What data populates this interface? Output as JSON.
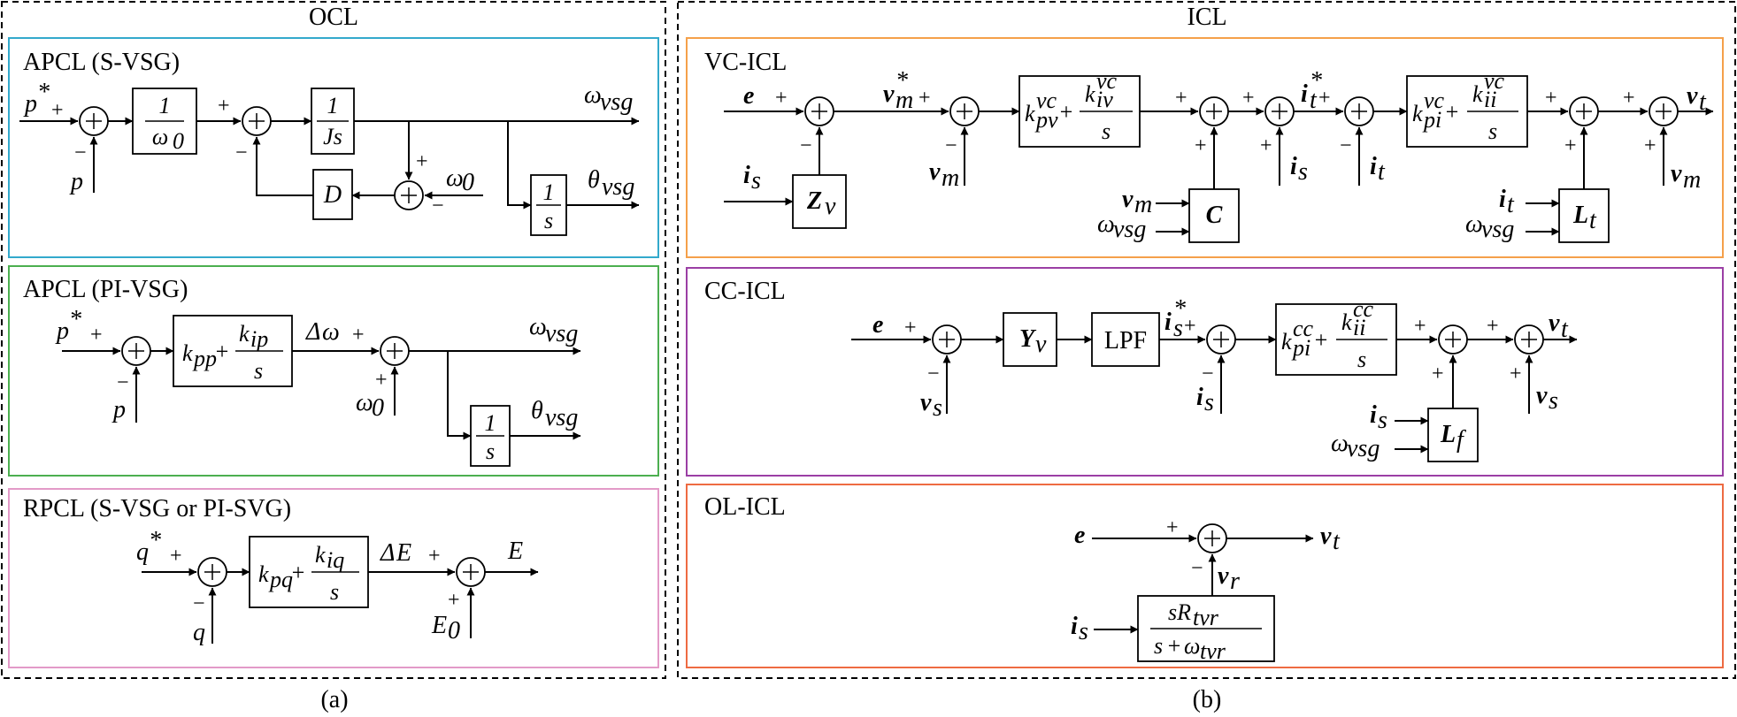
{
  "figure": {
    "left_title": "OCL",
    "right_title": "ICL",
    "left_caption": "(a)",
    "right_caption": "(b)"
  },
  "panels": {
    "apcl_svsg": {
      "title": "APCL (S-VSG)",
      "color": "#33a9cc"
    },
    "apcl_pivsg": {
      "title": "APCL (PI-VSG)",
      "color": "#4caf50"
    },
    "rpcl": {
      "title": "RPCL (S-VSG or PI-SVG)",
      "color": "#e39ac8"
    },
    "vc_icl": {
      "title": "VC-ICL",
      "color": "#f5a04a"
    },
    "cc_icl": {
      "title": "CC-ICL",
      "color": "#9b3fa5"
    },
    "ol_icl": {
      "title": "OL-ICL",
      "color": "#ee6b42"
    }
  },
  "blocks": {
    "lpf": "LPF"
  },
  "signs": {
    "plus": "+",
    "minus": "−"
  }
}
